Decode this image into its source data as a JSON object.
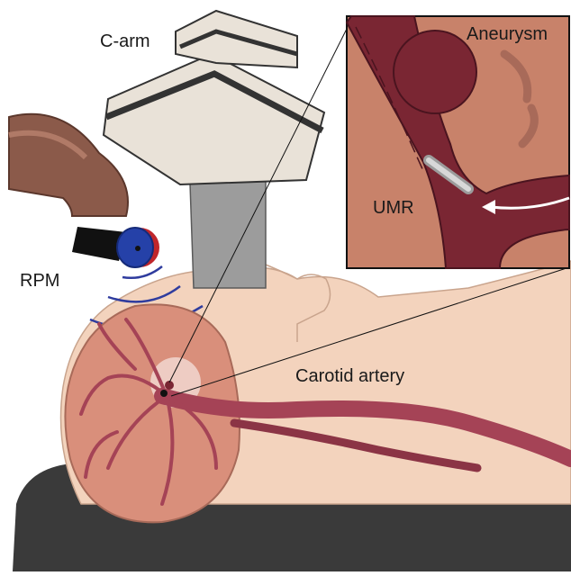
{
  "labels": {
    "c_arm": "C-arm",
    "aneurysm": "Aneurysm",
    "umr": "UMR",
    "rpm": "RPM",
    "carotid_artery": "Carotid artery"
  },
  "colors": {
    "skin": "#f3d3bd",
    "brain": "#d98f7b",
    "artery": "#a54356",
    "inset_vessel": "#7a2633",
    "inset_tissue": "#c8826a",
    "field_lines": "#2f3c9e",
    "magnet_blue": "#2541a8",
    "robot_arm": "#8b5a4a",
    "c_arm_body": "#e9e2d8",
    "bed": "#3a3a3a"
  },
  "icons": [
    "c-arm-icon",
    "robot-arm-icon",
    "permanent-magnet-icon",
    "microrobot-icon",
    "flow-arrow-icon"
  ]
}
